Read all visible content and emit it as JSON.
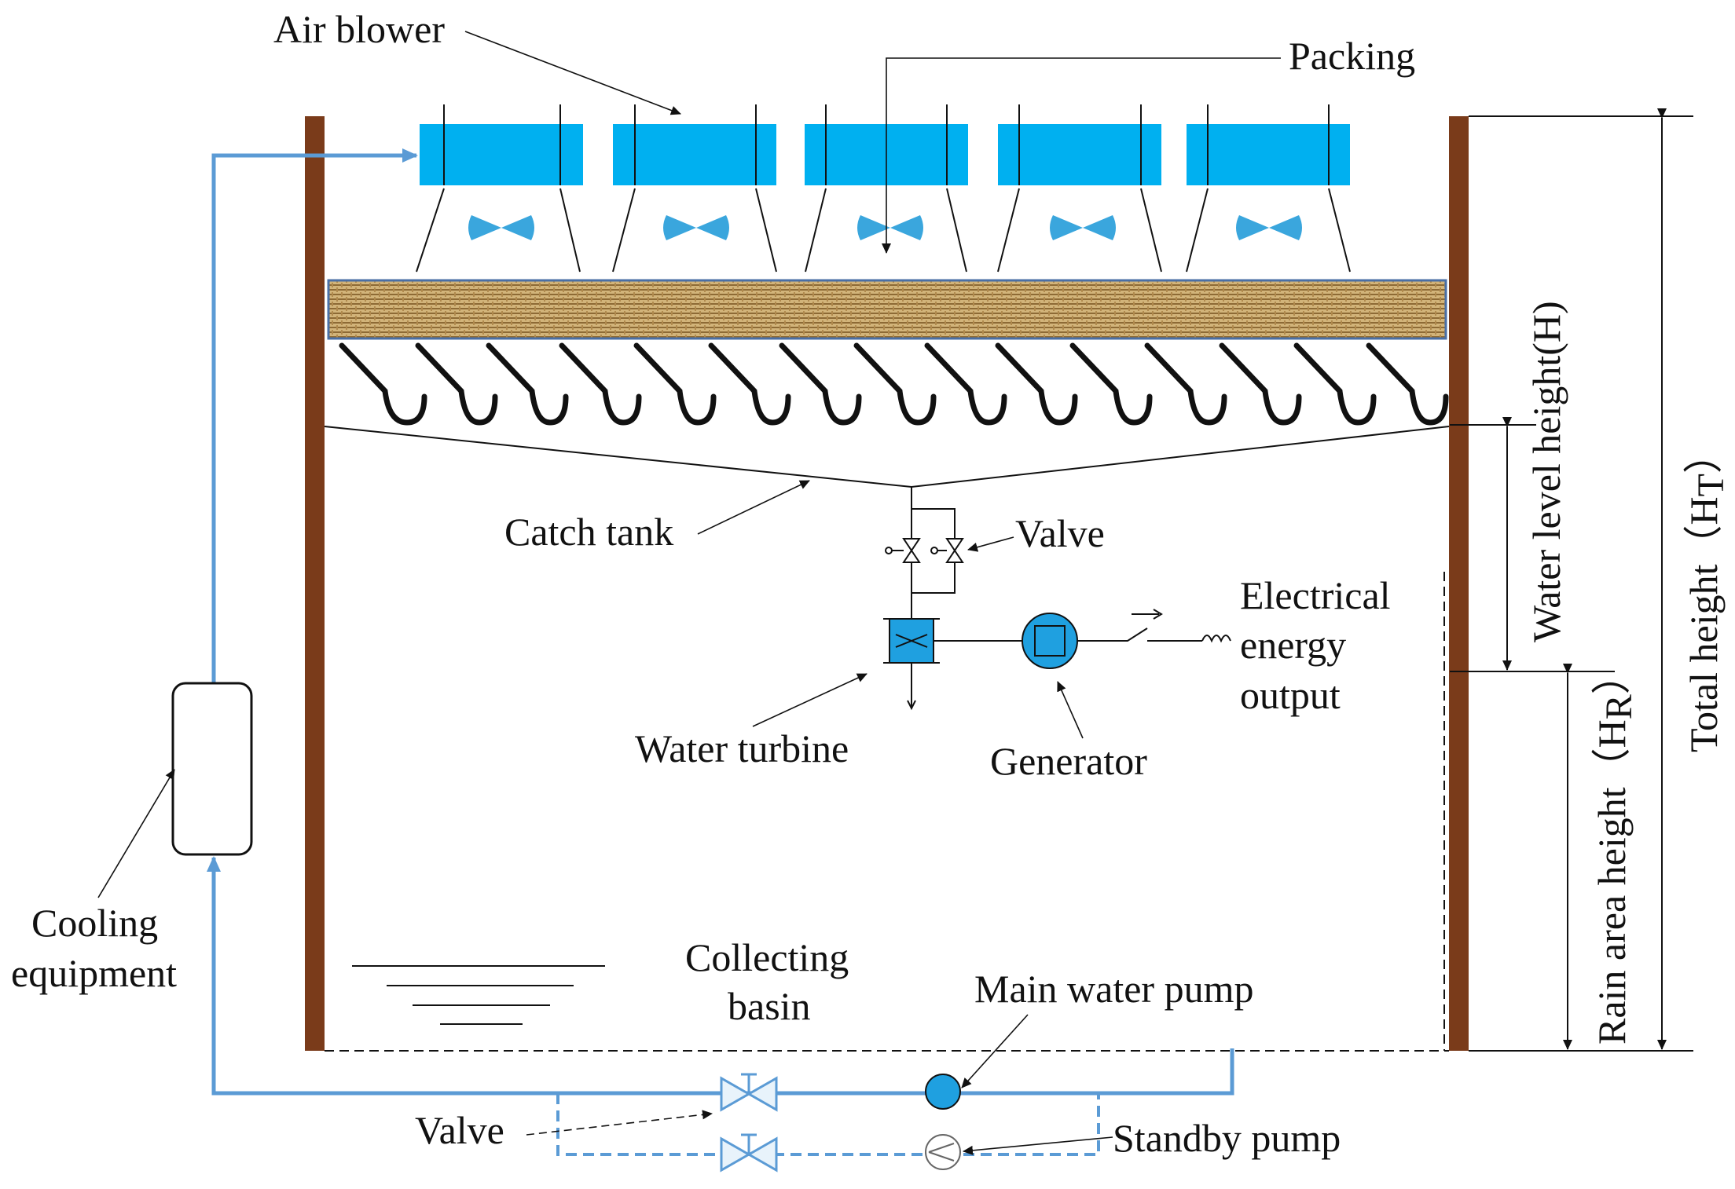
{
  "labels": {
    "air_blower": "Air blower",
    "packing": "Packing",
    "catch_tank": "Catch tank",
    "valve_top": "Valve",
    "electrical_1": "Electrical",
    "electrical_2": "energy",
    "electrical_3": "output",
    "water_turbine": "Water turbine",
    "generator": "Generator",
    "cooling_1": "Cooling",
    "cooling_2": "equipment",
    "collecting_1": "Collecting",
    "collecting_2": "basin",
    "main_pump": "Main water pump",
    "valve_bottom": "Valve",
    "standby_pump": "Standby pump",
    "water_level": "Water level height(H)",
    "rain_area": "Rain area height",
    "rain_area_sym": "（H",
    "rain_area_sub": "R",
    "rain_area_close": "）",
    "total_height": "Total height",
    "total_sym": "（H",
    "total_sub": "T",
    "total_close": "）"
  },
  "colors": {
    "wall": "#7a3b1a",
    "blower": "#00b0f0",
    "pipe": "#5b9bd5",
    "fan": "#3aa6dd",
    "turbine": "#1fa0e0",
    "packing": "#c9a86a",
    "line": "#111111"
  }
}
